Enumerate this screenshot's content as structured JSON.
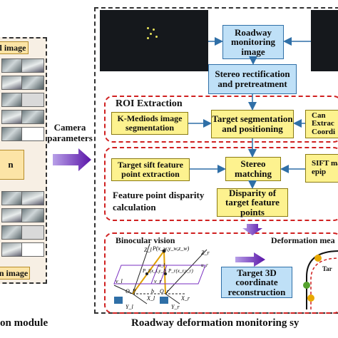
{
  "calibration": {
    "top_label": "l image",
    "mid_label": "n",
    "bottom_label": "n image",
    "module_label": "on module"
  },
  "arrow_label": "Camera parameters",
  "main": {
    "title": "Roadway deformation monitoring sy",
    "boxes": {
      "monitoring_image": "Roadway monitoring image",
      "stereo_rect": "Stereo rectification and pretreatment",
      "roi_title": "ROI Extraction",
      "kmedoids": "K-Mediods image segmentation",
      "target_seg": "Target segmentation and positioning",
      "canny": "Can Extrac Coordi",
      "sift_extract": "Target sift feature point extraction",
      "stereo_match": "Stereo matching",
      "sift_right": "SIFT ma epip",
      "disparity": "Disparity of target feature points",
      "fp_label": "Feature point disparity calculation",
      "binocular": "Binocular vision",
      "recon": "Target 3D coordinate reconstruction",
      "deform": "Deformation mea"
    },
    "stereo_labels": {
      "point": "P(x_w,y_w,z_w)",
      "pl": "P_l(x_l,y_l)",
      "pr": "P_r(x_r,y_r)",
      "zl": "Z_l",
      "zr": "Z_r",
      "ol": "O_l",
      "or": "O_r",
      "xl": "X_l",
      "xr": "X_r",
      "yl": "Y_l",
      "yr": "Y_r",
      "ul": "u_l",
      "ur": "u_r",
      "vl": "v_l",
      "vr": "v_r",
      "f": "f",
      "b": "b"
    },
    "deform_tag": "Tar"
  },
  "colors": {
    "blue_box": "#bfe0f7",
    "yellow_box": "#fdf28f",
    "red_dash": "#d02020",
    "arrow": "#7a2fc0"
  }
}
